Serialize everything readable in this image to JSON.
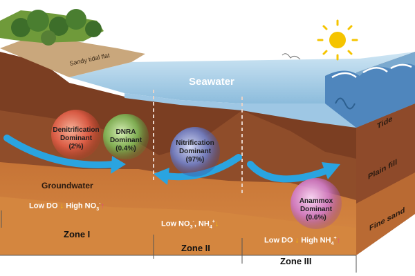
{
  "labels": {
    "sandy_flat": "Sandy tidal flat",
    "seawater": "Seawater",
    "tide": "Tide",
    "plain_fill": "Plain fill",
    "fine_sand": "Fine sand",
    "groundwater": "Groundwater"
  },
  "bubbles": [
    {
      "line1": "Denitrification",
      "line2": "Dominant",
      "line3": "(2%)",
      "color": "#e8604a"
    },
    {
      "line1": "DNRA",
      "line2": "Dominant",
      "line3": "(0.4%)",
      "color": "#7fbf5a"
    },
    {
      "line1": "Nitrification",
      "line2": "Dominant",
      "line3": "(97%)",
      "color": "#6f7fc8"
    },
    {
      "line1": "Anammox",
      "line2": "Dominant",
      "line3": "(0.6%)",
      "color": "#d07ac8"
    }
  ],
  "conditions": {
    "zone1": {
      "a": "Low DO",
      "b": "High NO",
      "b_sub": "3",
      "b_sup": "-"
    },
    "zone2": {
      "a": "Low NO",
      "a_sub": "3",
      "a_sup": "-",
      "b": ", NH",
      "b_sub": "4",
      "b_sup": "+"
    },
    "zone3": {
      "a": "Low DO",
      "b": "High NH",
      "b_sub": "4",
      "b_sup": "+"
    }
  },
  "zones": [
    "Zone I",
    "Zone II",
    "Zone III"
  ],
  "colors": {
    "sky": "#ffffff",
    "seawater": "#9fc9e6",
    "upper_soil": "#8b4a2b",
    "middle_soil": "#9a5530",
    "fine_sand": "#c8773a",
    "arrow": "#2aa4e0",
    "sun": "#f5c400"
  }
}
